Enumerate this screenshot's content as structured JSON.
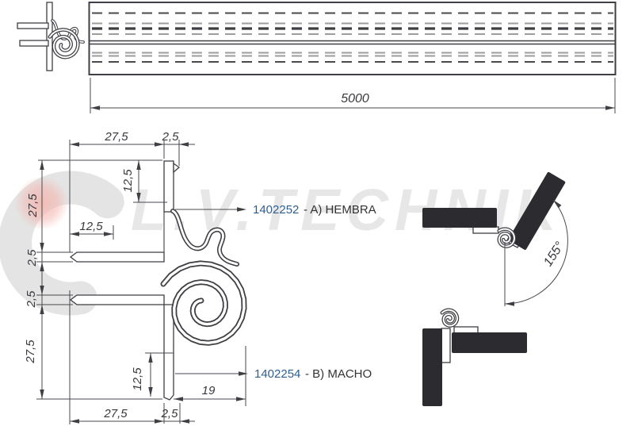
{
  "watermark": {
    "text": "L.V.TECHNIK"
  },
  "colors": {
    "line": "#3f3f45",
    "dash_gray": "#9d9d9d",
    "black_fill": "#2b2b30",
    "accent_blue": "#2e5f8f",
    "text_dark": "#333333",
    "watermark_gray": "#e7e7e7",
    "logo_gray": "#e4e4e4",
    "logo_pink": "#f2b4ad"
  },
  "length_view": {
    "bar_length": "5000"
  },
  "dims": {
    "top_width": "27,5",
    "top_lip": "2,5",
    "upper_offset": "12,5",
    "left_upper": "27,5",
    "upper_inset": "12,5",
    "lip_a": "2,5",
    "lip_b": "2,5",
    "left_lower": "27,5",
    "lower_offset": "12,5",
    "hook_depth": "19",
    "bottom_width": "27,5",
    "bottom_lip": "2,5",
    "open_angle": "155°"
  },
  "parts": {
    "hembra": {
      "code": "1402252",
      "label": "- A) HEMBRA"
    },
    "macho": {
      "code": "1402254",
      "label": "- B) MACHO"
    }
  }
}
